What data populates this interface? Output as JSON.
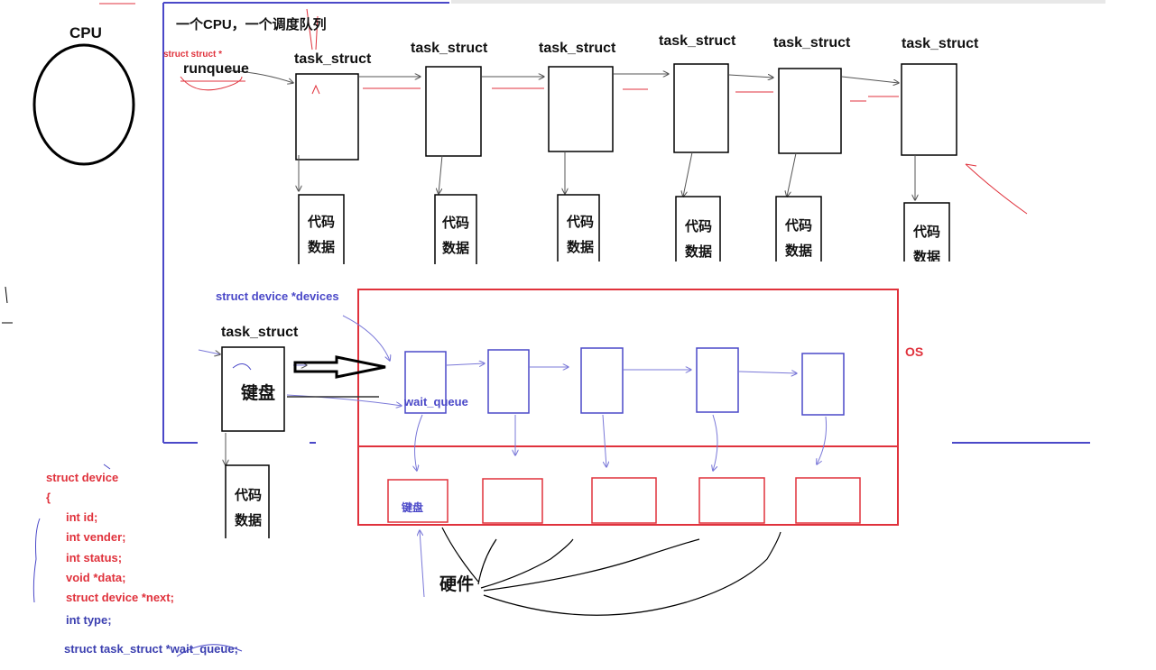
{
  "sched": {
    "title": "一个CPU，一个调度队列",
    "cpu_label": "CPU",
    "runqueue_label": "runqueue",
    "runqueue_type": "struct struct *",
    "task_label": "task_struct",
    "code_line1": "代码",
    "code_line2": "数据"
  },
  "devices": {
    "devices_label": "struct device *devices",
    "task_label": "task_struct",
    "keyboard_label": "键盘",
    "wait_queue_label": "wait_queue",
    "os_label": "OS",
    "hw_keyboard": "键盘",
    "hardware_label": "硬件",
    "code_line1": "代码",
    "code_line2": "数据"
  },
  "code": {
    "line0": "struct device",
    "line1": "{",
    "line2": "int id;",
    "line3": "int vender;",
    "line4": "int status;",
    "line5": "void *data;",
    "line6": "struct device *next;",
    "line7": "int type;",
    "line8": "struct task_struct *wait_queue;"
  },
  "colors": {
    "blue": "#4a48c8",
    "red": "#e0323c",
    "black": "#111111"
  }
}
